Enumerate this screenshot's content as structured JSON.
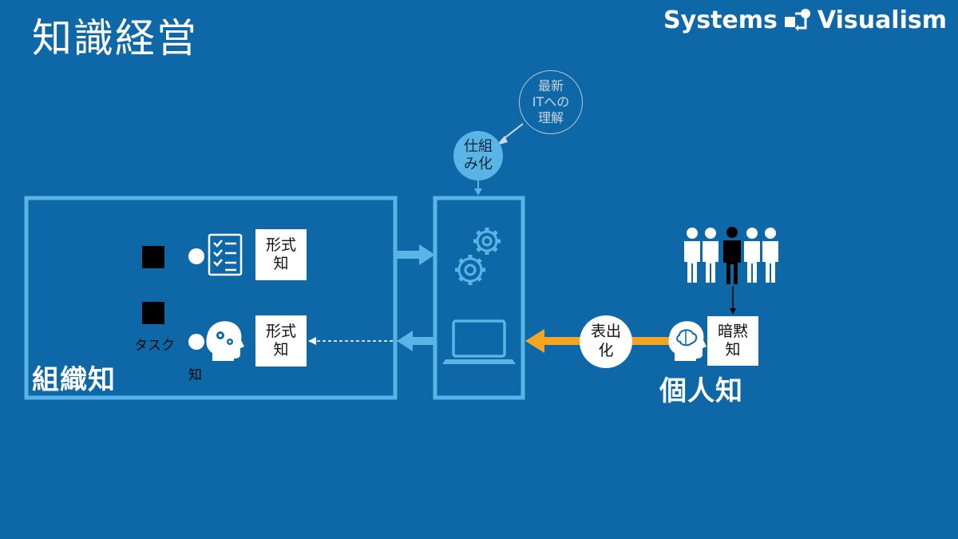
{
  "title": "知識経営",
  "brand": {
    "left": "Systems",
    "right": "Visualism"
  },
  "org_area": {
    "label": "組織知",
    "row1": {
      "box": "形式\n知"
    },
    "row2": {
      "box": "形式\n知",
      "task_label": "タスク",
      "knowledge_label": "知"
    }
  },
  "top_circles": {
    "it_understanding": "最新\nITへの\n理解",
    "systemize": "仕組\nみ化"
  },
  "expression_circle": "表出\n化",
  "tacit_box": "暗黙\n知",
  "individual_label": "個人知",
  "colors": {
    "background": "#0e68a8",
    "frame": "#5ab4e5",
    "arrow_orange": "#f2a423",
    "circle_fill": "#5ab4e5"
  }
}
